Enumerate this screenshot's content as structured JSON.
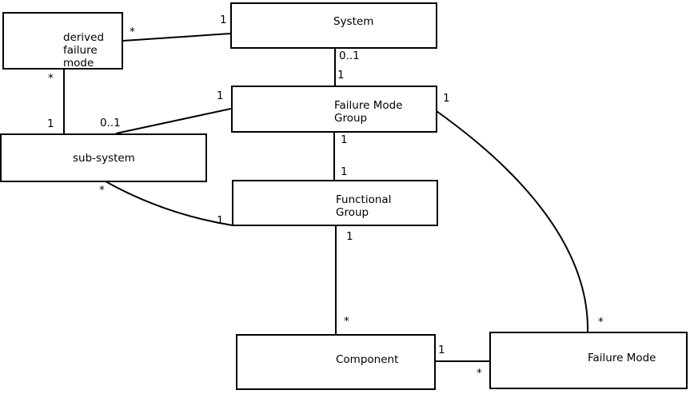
{
  "diagram": {
    "type": "entity-relationship-class-diagram",
    "background_color": "#ffffff",
    "line_color": "#000000",
    "nodes": {
      "derived_failure_mode": {
        "label": "derived\nfailure\nmode"
      },
      "system": {
        "label": "System"
      },
      "failure_mode_group": {
        "label": "Failure Mode\nGroup"
      },
      "sub_system": {
        "label": "sub-system"
      },
      "functional_group": {
        "label": "Functional\nGroup"
      },
      "component": {
        "label": "Component"
      },
      "failure_mode": {
        "label": "Failure Mode"
      }
    },
    "relationships": {
      "dfm_system": {
        "from": "derived failure mode",
        "to": "System",
        "from_mult": "*",
        "to_mult": "1"
      },
      "dfm_subsystem": {
        "from": "derived failure mode",
        "to": "sub-system",
        "from_mult": "*",
        "to_mult": "1"
      },
      "system_fmg": {
        "from": "System",
        "to": "Failure Mode Group",
        "from_mult": "0..1",
        "to_mult": "1"
      },
      "subsystem_fmg": {
        "from": "sub-system",
        "to": "Failure Mode Group",
        "from_mult": "0..1",
        "to_mult": "1"
      },
      "fmg_functional": {
        "from": "Failure Mode Group",
        "to": "Functional Group",
        "from_mult": "1",
        "to_mult": "1"
      },
      "subsystem_functional": {
        "from": "sub-system",
        "to": "Functional Group",
        "from_mult": "*",
        "to_mult": "1"
      },
      "fmg_failuremode": {
        "from": "Failure Mode Group",
        "to": "Failure Mode",
        "from_mult": "1",
        "to_mult": "*"
      },
      "functional_component": {
        "from": "Functional Group",
        "to": "Component",
        "from_mult": "1",
        "to_mult": "*"
      },
      "component_failuremode": {
        "from": "Component",
        "to": "Failure Mode",
        "from_mult": "1",
        "to_mult": "*"
      }
    }
  }
}
